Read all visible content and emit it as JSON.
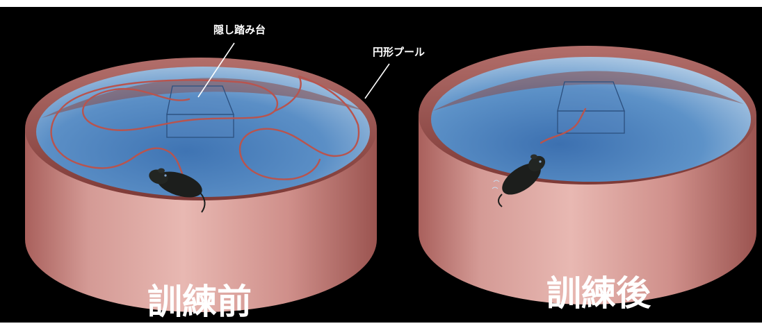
{
  "labels": {
    "hidden_platform": "隠し踏み台",
    "circular_pool": "円形プール"
  },
  "captions": {
    "before": "訓練前",
    "after": "訓練後"
  },
  "colors": {
    "background": "#000000",
    "water": "#5e92c8",
    "pool_wall": "#c98a86",
    "swim_path": "#b8544e",
    "mouse": "#1c1e1c"
  }
}
